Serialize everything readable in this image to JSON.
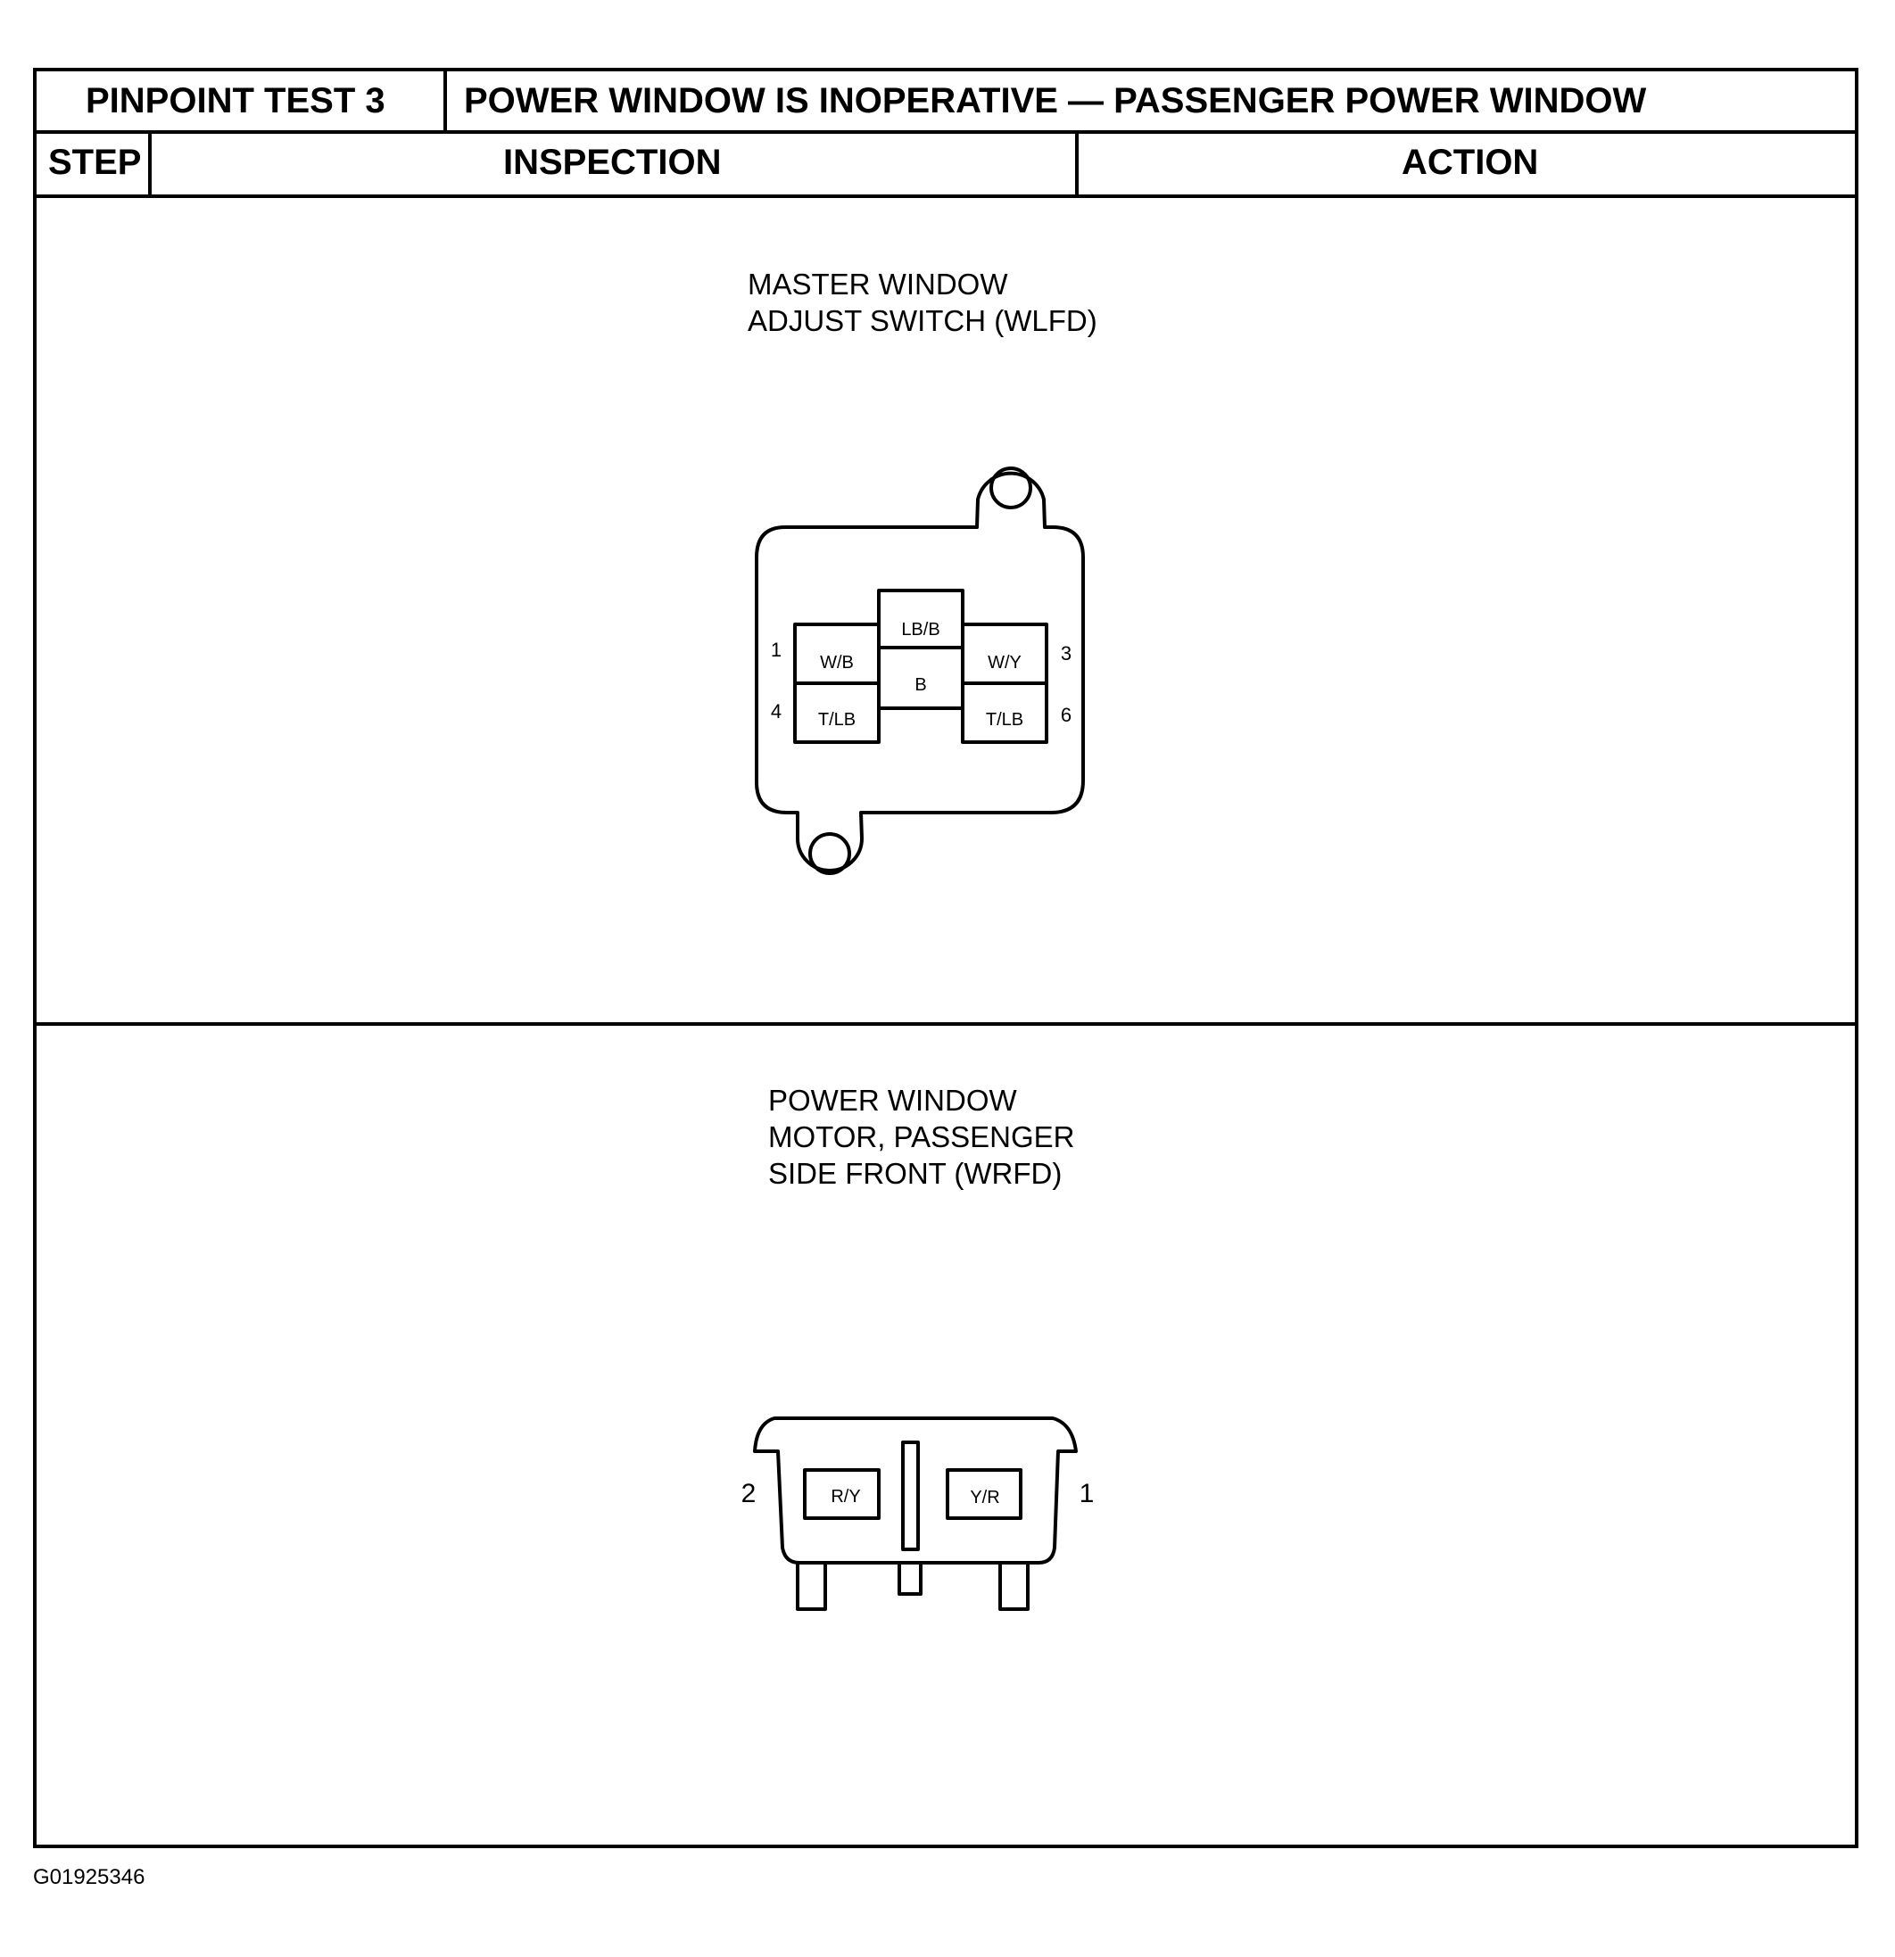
{
  "header": {
    "test_label": "PINPOINT TEST 3",
    "test_title": "POWER WINDOW IS INOPERATIVE — PASSENGER POWER WINDOW",
    "col_step": "STEP",
    "col_inspection": "INSPECTION",
    "col_action": "ACTION"
  },
  "connector1": {
    "title_line1": "MASTER WINDOW",
    "title_line2": "ADJUST SWITCH (WLFD)",
    "pins": [
      {
        "number": "1",
        "wire": "W/B"
      },
      {
        "number": "",
        "wire": "LB/B"
      },
      {
        "number": "3",
        "wire": "W/Y"
      },
      {
        "number": "4",
        "wire": "T/LB"
      },
      {
        "number": "",
        "wire": "B"
      },
      {
        "number": "6",
        "wire": "T/LB"
      }
    ]
  },
  "connector2": {
    "title_line1": "POWER WINDOW",
    "title_line2": "MOTOR, PASSENGER",
    "title_line3": "SIDE FRONT (WRFD)",
    "pins": [
      {
        "number": "2",
        "wire": "R/Y"
      },
      {
        "number": "1",
        "wire": "Y/R"
      }
    ]
  },
  "footer": {
    "figure_code": "G01925346"
  }
}
